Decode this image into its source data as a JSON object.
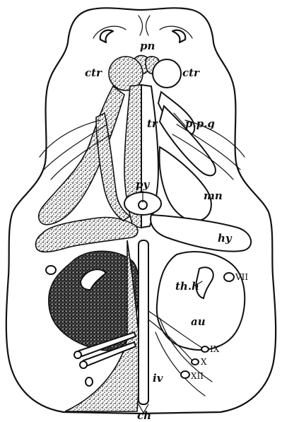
{
  "figure": {
    "labels": {
      "pn": "pn",
      "ctr_left": "ctr",
      "ctr_right": "ctr",
      "tr": "tr",
      "ppg": "p.p.g",
      "py": "py",
      "mn": "mn",
      "hy": "hy",
      "thh": "th.h",
      "au": "au",
      "vii": "VII",
      "ix": "IX",
      "x": "X",
      "xii": "XII",
      "iv": "iv",
      "ch": "ch"
    },
    "colors": {
      "ink": "#111111",
      "paper": "#ffffff"
    }
  }
}
